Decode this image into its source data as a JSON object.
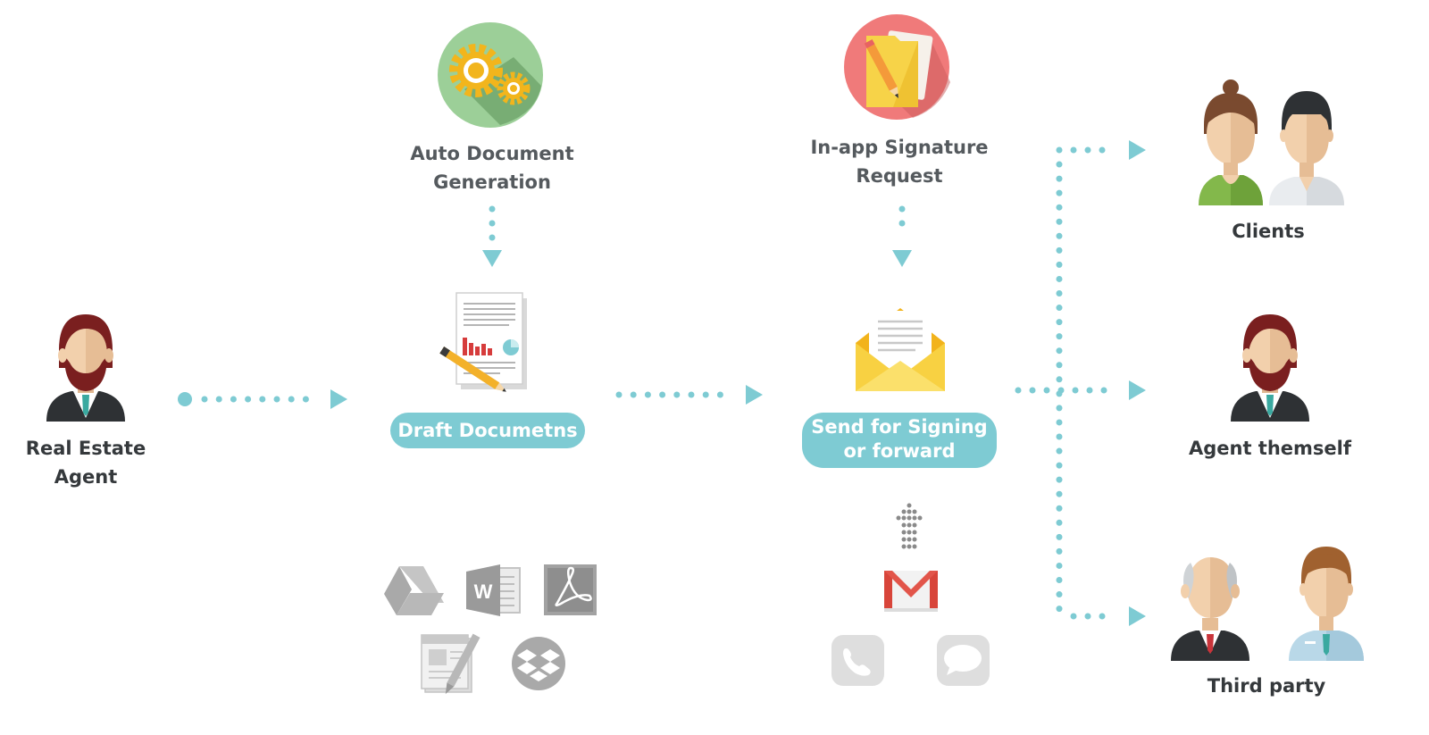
{
  "nodes": {
    "agent": {
      "line1": "Real Estate",
      "line2": "Agent"
    },
    "auto_doc": {
      "line1": "Auto Document",
      "line2": "Generation"
    },
    "draft": {
      "label": "Draft Documetns"
    },
    "signature": {
      "line1": "In-app Signature",
      "line2": "Request"
    },
    "send": {
      "line1": "Send for Signing",
      "line2": "or forward"
    },
    "clients": {
      "label": "Clients"
    },
    "agent_self": {
      "label": "Agent themself"
    },
    "third_party": {
      "label": "Third party"
    }
  },
  "icons": {
    "sources": [
      "google-drive-icon",
      "word-icon",
      "pdf-icon",
      "pages-icon",
      "dropbox-icon"
    ],
    "channels": [
      "gmail-icon",
      "phone-icon",
      "message-icon"
    ],
    "top": [
      "gears-icon",
      "folder-pencil-icon"
    ]
  },
  "colors": {
    "accent": "#7ecbd3",
    "text": "#555a5e",
    "gears_bg": "#9ccf98",
    "folder_bg": "#f07a7a"
  }
}
